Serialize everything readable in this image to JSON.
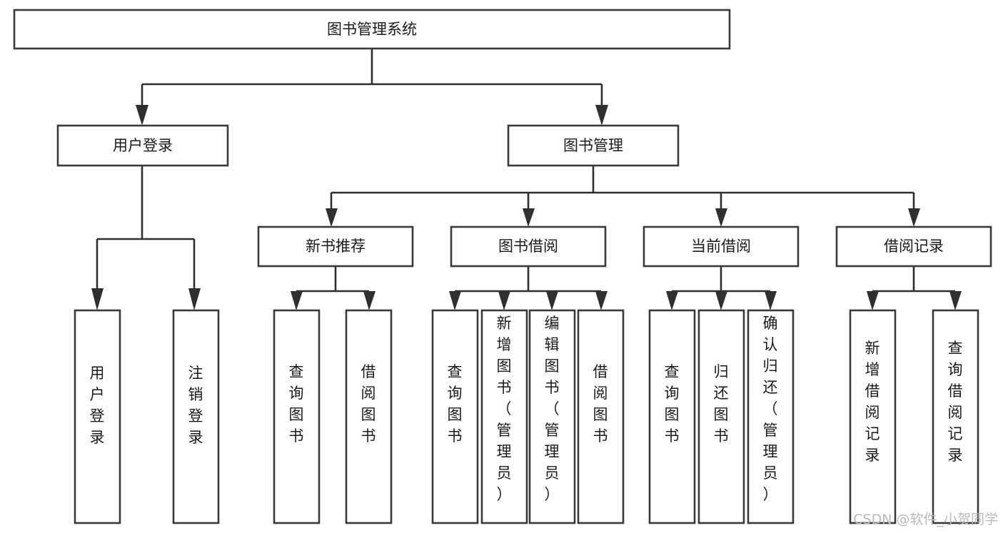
{
  "diagram": {
    "type": "tree-hierarchy-chart",
    "title": "图书管理系统",
    "orientation": "top-down",
    "style": {
      "box_fill": "#ffffff",
      "box_stroke": "#3a3a3a",
      "connector_stroke": "#2f2f2f",
      "text_color": "#1a1a1a",
      "background": "#ffffff"
    },
    "levels": [
      {
        "level": 1,
        "nodes": [
          {
            "id": "root",
            "label": "图书管理系统",
            "text_orientation": "horizontal"
          }
        ]
      },
      {
        "level": 2,
        "nodes": [
          {
            "id": "user-login",
            "label": "用户登录",
            "text_orientation": "horizontal",
            "parent": "root"
          },
          {
            "id": "book-mgmt",
            "label": "图书管理",
            "text_orientation": "horizontal",
            "parent": "root"
          }
        ]
      },
      {
        "level": 3,
        "nodes": [
          {
            "id": "new-book-rec",
            "label": "新书推荐",
            "text_orientation": "horizontal",
            "parent": "book-mgmt"
          },
          {
            "id": "book-borrow",
            "label": "图书借阅",
            "text_orientation": "horizontal",
            "parent": "book-mgmt"
          },
          {
            "id": "current-borrow",
            "label": "当前借阅",
            "text_orientation": "horizontal",
            "parent": "book-mgmt"
          },
          {
            "id": "borrow-record",
            "label": "借阅记录",
            "text_orientation": "horizontal",
            "parent": "book-mgmt"
          }
        ]
      },
      {
        "level": 4,
        "nodes": [
          {
            "id": "leaf-user-login",
            "label": "用户登录",
            "chars": [
              "用",
              "户",
              "登",
              "录"
            ],
            "text_orientation": "vertical",
            "parent": "user-login"
          },
          {
            "id": "leaf-logout",
            "label": "注销登录",
            "chars": [
              "注",
              "销",
              "登",
              "录"
            ],
            "text_orientation": "vertical",
            "parent": "user-login"
          },
          {
            "id": "leaf-query-book-1",
            "label": "查询图书",
            "chars": [
              "查",
              "询",
              "图",
              "书"
            ],
            "text_orientation": "vertical",
            "parent": "new-book-rec"
          },
          {
            "id": "leaf-borrow-book-1",
            "label": "借阅图书",
            "chars": [
              "借",
              "阅",
              "图",
              "书"
            ],
            "text_orientation": "vertical",
            "parent": "new-book-rec"
          },
          {
            "id": "leaf-query-book-2",
            "label": "查询图书",
            "chars": [
              "查",
              "询",
              "图",
              "书"
            ],
            "text_orientation": "vertical",
            "parent": "book-borrow"
          },
          {
            "id": "leaf-add-book",
            "label": "新增图书（管理员）",
            "chars": [
              "新",
              "增",
              "图",
              "书",
              "（",
              "管",
              "理",
              "员",
              "）"
            ],
            "text_orientation": "vertical",
            "parent": "book-borrow"
          },
          {
            "id": "leaf-edit-book",
            "label": "编辑图书（管理员）",
            "chars": [
              "编",
              "辑",
              "图",
              "书",
              "（",
              "管",
              "理",
              "员",
              "）"
            ],
            "text_orientation": "vertical",
            "parent": "book-borrow"
          },
          {
            "id": "leaf-borrow-book-2",
            "label": "借阅图书",
            "chars": [
              "借",
              "阅",
              "图",
              "书"
            ],
            "text_orientation": "vertical",
            "parent": "book-borrow"
          },
          {
            "id": "leaf-query-book-3",
            "label": "查询图书",
            "chars": [
              "查",
              "询",
              "图",
              "书"
            ],
            "text_orientation": "vertical",
            "parent": "current-borrow"
          },
          {
            "id": "leaf-return-book",
            "label": "归还图书",
            "chars": [
              "归",
              "还",
              "图",
              "书"
            ],
            "text_orientation": "vertical",
            "parent": "current-borrow"
          },
          {
            "id": "leaf-confirm-return",
            "label": "确认归还（管理员）",
            "chars": [
              "确",
              "认",
              "归",
              "还",
              "（",
              "管",
              "理",
              "员",
              "）"
            ],
            "text_orientation": "vertical",
            "parent": "current-borrow"
          },
          {
            "id": "leaf-add-record",
            "label": "新增借阅记录",
            "chars": [
              "新",
              "增",
              "借",
              "阅",
              "记",
              "录"
            ],
            "text_orientation": "vertical",
            "parent": "borrow-record"
          },
          {
            "id": "leaf-query-record",
            "label": "查询借阅记录",
            "chars": [
              "查",
              "询",
              "借",
              "阅",
              "记",
              "录"
            ],
            "text_orientation": "vertical",
            "parent": "borrow-record"
          }
        ]
      }
    ],
    "edges": [
      {
        "from": "root",
        "to": "user-login"
      },
      {
        "from": "root",
        "to": "book-mgmt"
      },
      {
        "from": "book-mgmt",
        "to": "new-book-rec"
      },
      {
        "from": "book-mgmt",
        "to": "book-borrow"
      },
      {
        "from": "book-mgmt",
        "to": "current-borrow"
      },
      {
        "from": "book-mgmt",
        "to": "borrow-record"
      },
      {
        "from": "user-login",
        "to": "leaf-user-login"
      },
      {
        "from": "user-login",
        "to": "leaf-logout"
      },
      {
        "from": "new-book-rec",
        "to": "leaf-query-book-1"
      },
      {
        "from": "new-book-rec",
        "to": "leaf-borrow-book-1"
      },
      {
        "from": "book-borrow",
        "to": "leaf-query-book-2"
      },
      {
        "from": "book-borrow",
        "to": "leaf-add-book"
      },
      {
        "from": "book-borrow",
        "to": "leaf-edit-book"
      },
      {
        "from": "book-borrow",
        "to": "leaf-borrow-book-2"
      },
      {
        "from": "current-borrow",
        "to": "leaf-query-book-3"
      },
      {
        "from": "current-borrow",
        "to": "leaf-return-book"
      },
      {
        "from": "current-borrow",
        "to": "leaf-confirm-return"
      },
      {
        "from": "borrow-record",
        "to": "leaf-add-record"
      },
      {
        "from": "borrow-record",
        "to": "leaf-query-record"
      }
    ]
  },
  "watermark": {
    "text": "CSDN @软件_小贺同学"
  }
}
